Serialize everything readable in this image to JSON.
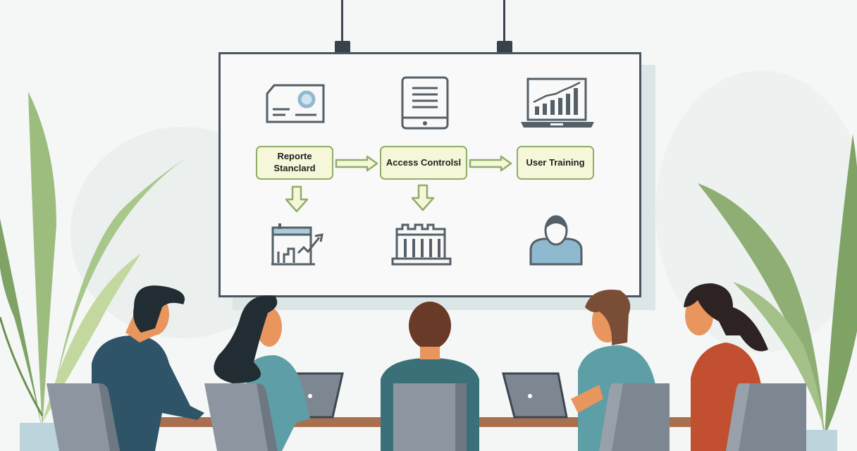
{
  "scene": {
    "description": "Illustration of five people at a conference table viewing a presentation board with a process flow diagram",
    "colors": {
      "background": "#f3f6f5",
      "board_border": "#4a5660",
      "box_fill": "#f6f7d9",
      "box_border": "#8fae68",
      "icon_stroke": "#555f68",
      "icon_accent": "#8fb9cf",
      "table": "#a8704e",
      "chair": "#7d8792",
      "plant": "#7ea365"
    }
  },
  "board": {
    "flow": [
      {
        "label_line1": "Reporte",
        "label_line2": "Stanclard",
        "icon_top": "document-card-icon",
        "icon_bottom": "building-chart-icon"
      },
      {
        "label": "Access Controlsl",
        "icon_top": "tablet-document-icon",
        "icon_bottom": "building-columns-icon"
      },
      {
        "label": "User Training",
        "icon_top": "laptop-chart-icon",
        "icon_bottom": "user-profile-icon"
      }
    ]
  }
}
